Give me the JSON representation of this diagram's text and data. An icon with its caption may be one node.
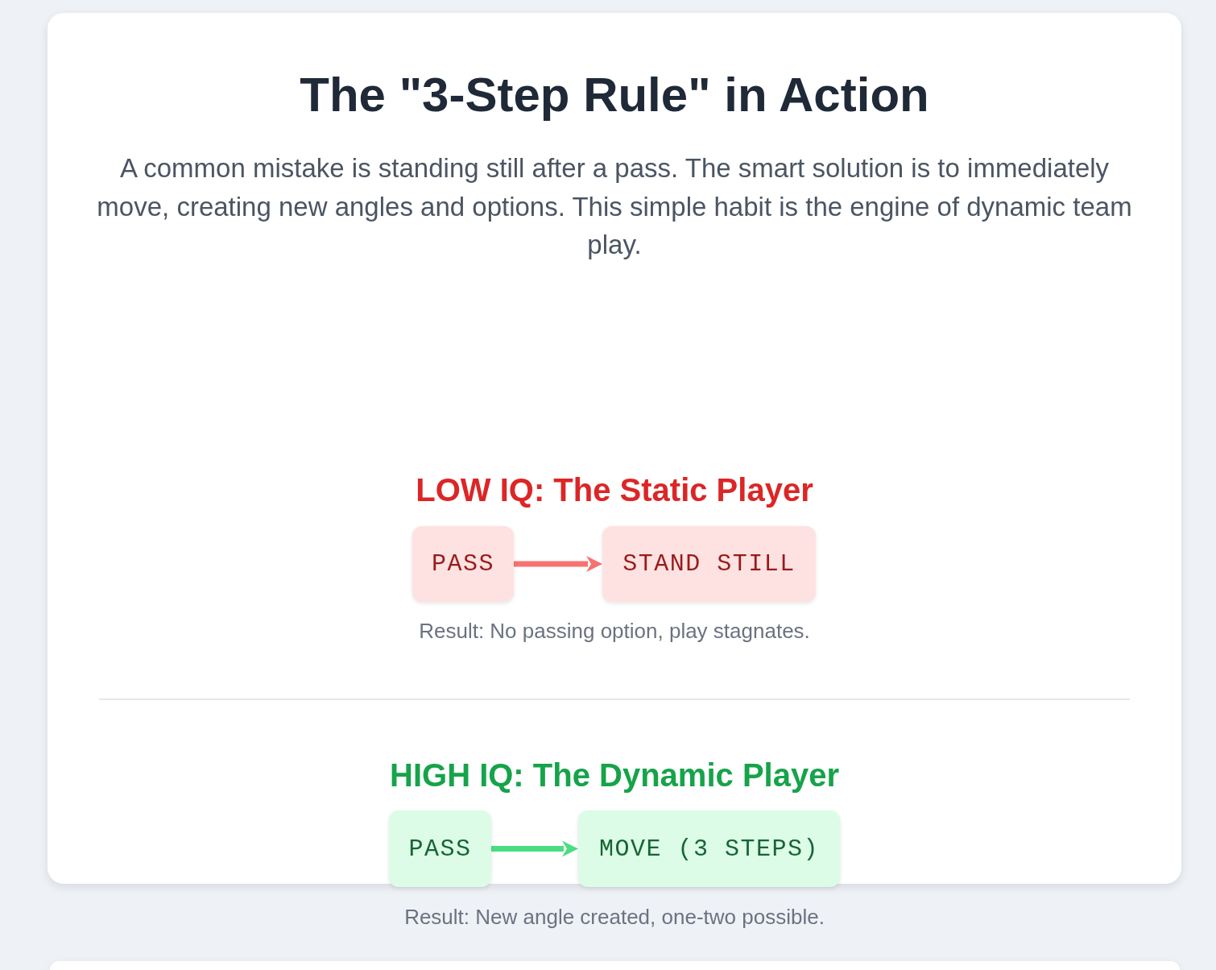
{
  "diagram": {
    "title": "The \"3-Step Rule\" in Action",
    "nodes": [
      {
        "text": [
          "PASS"
        ]
      },
      {
        "text": [
          "STAND STILL"
        ]
      },
      {
        "text": [
          "PASS"
        ]
      },
      {
        "text": [
          "MOVE (3 STEPS)"
        ]
      }
    ],
    "edges": [
      {
        "from": 0,
        "to": 1,
        "arrow": "to",
        "color": "#f87171"
      },
      {
        "from": 2,
        "to": 3,
        "arrow": "to",
        "color": "#4ade80"
      }
    ],
    "labels": [
      "A common mistake is standing still after a pass. The smart solution is to immediately move, creating new angles and options. This simple habit is the engine of dynamic team play.",
      "LOW IQ: The Static Player",
      "Result: No passing option, play stagnates.",
      "HIGH IQ: The Dynamic Player",
      "Result: New angle created, one-two possible."
    ]
  }
}
